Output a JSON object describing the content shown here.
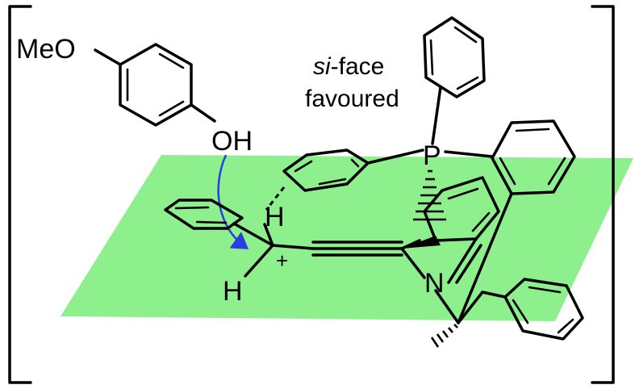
{
  "labels": {
    "methoxy": "MeO",
    "hydroxyl": "OH",
    "face_line1_italic": "si",
    "face_line1_rest": "-face",
    "face_line2": "favoured",
    "phosphorus": "P",
    "hydrogen_top": "H",
    "hydrogen_bottom": "H",
    "charge": "+",
    "nitrogen": "N"
  },
  "colors": {
    "plane": "#8df08d",
    "arrow": "#2a3fe0",
    "ink": "#000000"
  }
}
